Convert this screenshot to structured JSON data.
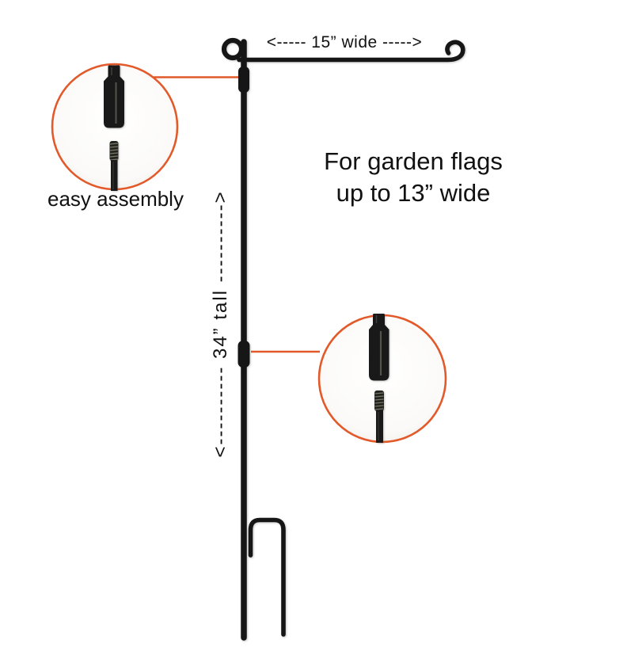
{
  "labels": {
    "width_dim": "<----- 15” wide ----->",
    "height_dim": "<---------- 34” tall ---------->",
    "note": "For garden flags\nup to 13” wide",
    "easy_assembly": "easy assembly"
  },
  "values": {
    "hanger_width_inches": 15,
    "stand_height_inches": 34,
    "max_flag_width_inches": 13
  },
  "colors": {
    "accent_orange": "#E2592A",
    "metal_black": "#161616",
    "text_black": "#111111",
    "background": "#FFFFFF"
  }
}
